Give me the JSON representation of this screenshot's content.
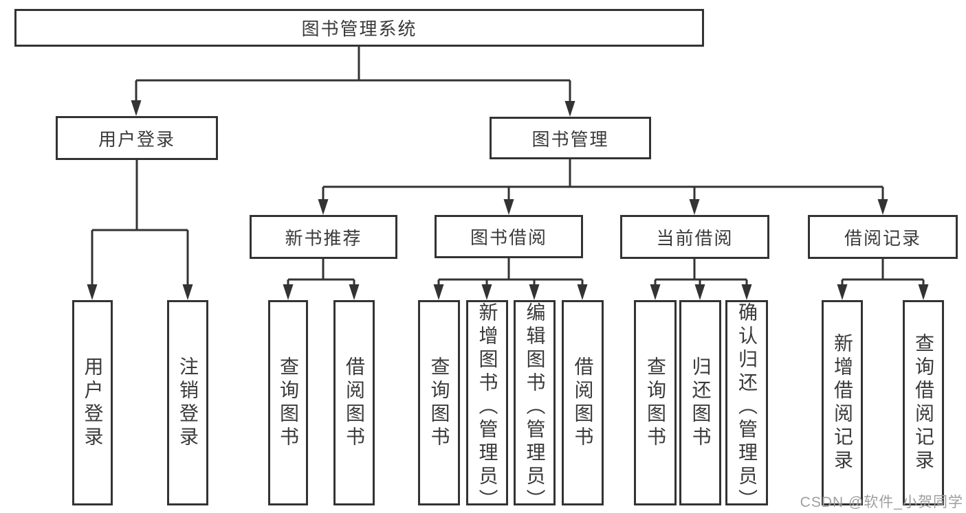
{
  "tree": {
    "label": "图书管理系统",
    "children": [
      {
        "label": "用户登录",
        "children": [
          {
            "label": "用户登录"
          },
          {
            "label": "注销登录"
          }
        ]
      },
      {
        "label": "图书管理",
        "children": [
          {
            "label": "新书推荐",
            "children": [
              {
                "label": "查询图书"
              },
              {
                "label": "借阅图书"
              }
            ]
          },
          {
            "label": "图书借阅",
            "children": [
              {
                "label": "查询图书"
              },
              {
                "label": "新增图书（管理员）"
              },
              {
                "label": "编辑图书（管理员）"
              },
              {
                "label": "借阅图书"
              }
            ]
          },
          {
            "label": "当前借阅",
            "children": [
              {
                "label": "查询图书"
              },
              {
                "label": "归还图书"
              },
              {
                "label": "确认归还（管理员）"
              }
            ]
          },
          {
            "label": "借阅记录",
            "children": [
              {
                "label": "新增借阅记录"
              },
              {
                "label": "查询借阅记录"
              }
            ]
          }
        ]
      }
    ]
  },
  "watermark": {
    "text": "CSDN @软件_小贺同学"
  },
  "colors": {
    "line": "#333333",
    "text": "#3a3a3a",
    "watermark": "#9e9e9e",
    "background": "#ffffff"
  }
}
